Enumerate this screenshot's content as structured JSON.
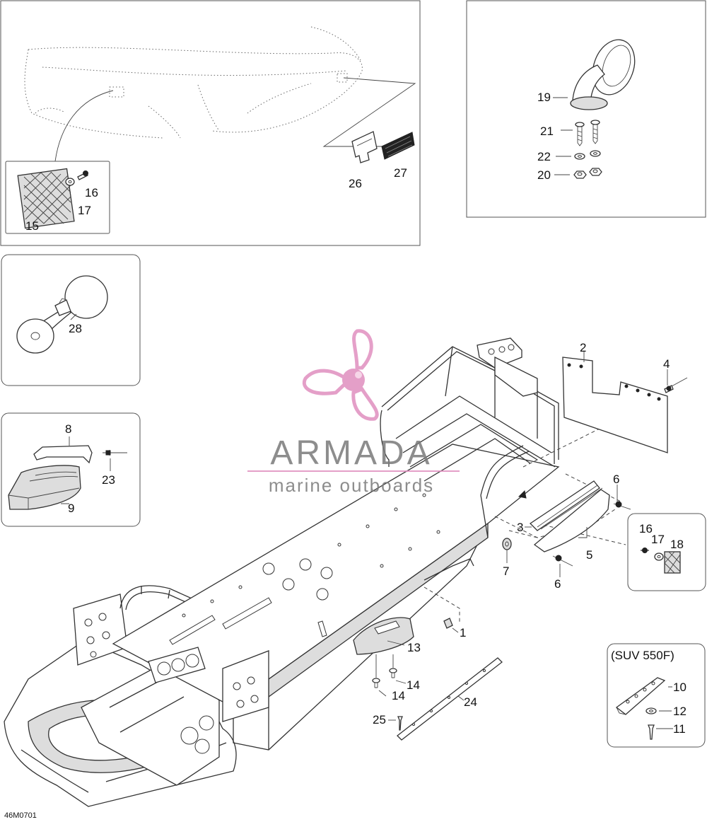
{
  "diagram": {
    "code": "46M0701",
    "variant_label": "(SUV 550F)"
  },
  "watermark": {
    "brand": "ARMADA",
    "tagline": "marine outboards",
    "colors": {
      "name": "#7a7a7a",
      "accent": "#e08fbf"
    },
    "icon": "propeller-logo-icon"
  },
  "callouts": {
    "c1": "1",
    "c2": "2",
    "c3": "3",
    "c4": "4",
    "c5": "5",
    "c6a": "6",
    "c6b": "6",
    "c7": "7",
    "c8": "8",
    "c9": "9",
    "c10": "10",
    "c11": "11",
    "c12": "12",
    "c13": "13",
    "c14a": "14",
    "c14b": "14",
    "c15": "15",
    "c16a": "16",
    "c16b": "16",
    "c17a": "17",
    "c17b": "17",
    "c18": "18",
    "c19": "19",
    "c20": "20",
    "c21": "21",
    "c22": "22",
    "c23": "23",
    "c24": "24",
    "c25": "25",
    "c26": "26",
    "c27": "27",
    "c28": "28"
  }
}
